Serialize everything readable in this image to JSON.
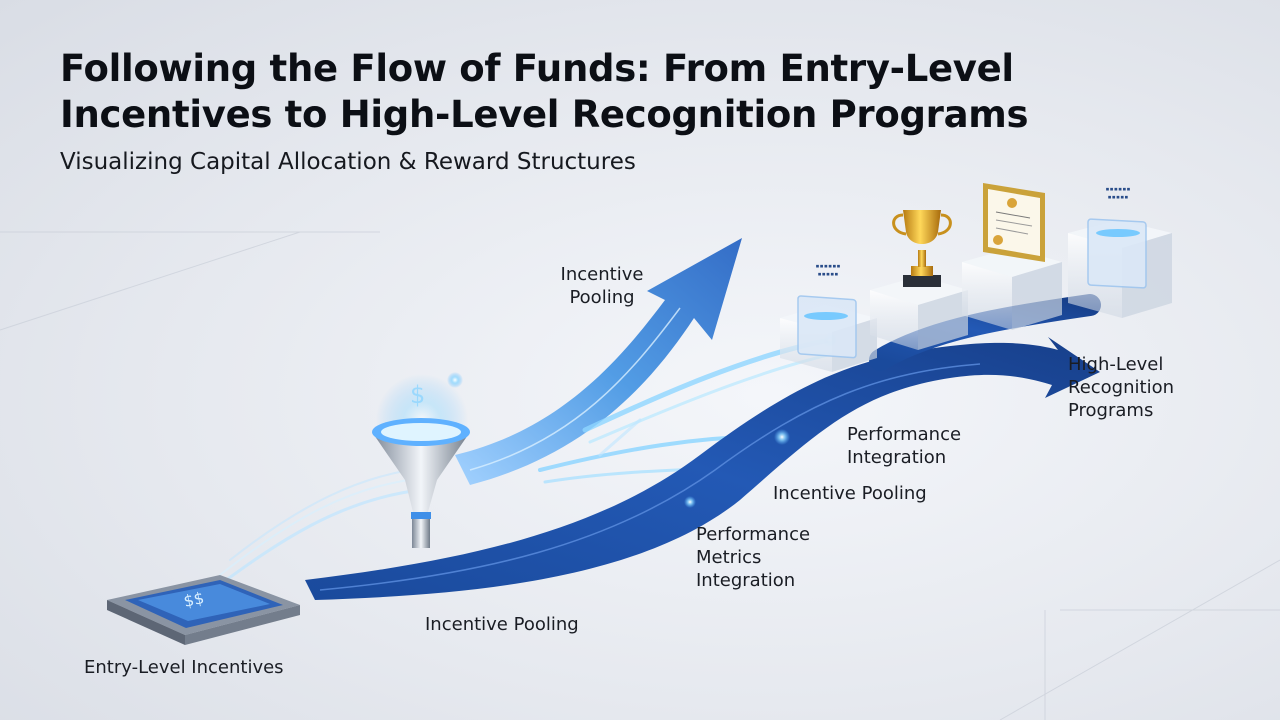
{
  "header": {
    "title_line1": "Following the Flow of Funds: From Entry-Level",
    "title_line2": "Incentives to High-Level Recognition Programs",
    "subtitle": "Visualizing Capital Allocation & Reward Structures"
  },
  "labels": {
    "entry": "Entry-Level Incentives",
    "incentive_pooling_top": "Incentive\nPooling",
    "incentive_pooling_bottom": "Incentive Pooling",
    "incentive_pooling_mid": "Incentive Pooling",
    "performance_metrics": "Performance\nMetrics\nIntegration",
    "performance_integration": "Performance\nIntegration",
    "high_level": "High-Level\nRecognition\nPrograms"
  },
  "icons": {
    "entry_pad": "dollar-pad-icon",
    "funnel": "funnel-icon",
    "trophy": "trophy-icon",
    "certificate": "certificate-icon",
    "plaques": "award-plaque-icon"
  },
  "colors": {
    "arrow_dark": "#1b4fa3",
    "arrow_light": "#3d8fe0",
    "glow": "#7fd3ff",
    "text": "#0c0f15"
  }
}
